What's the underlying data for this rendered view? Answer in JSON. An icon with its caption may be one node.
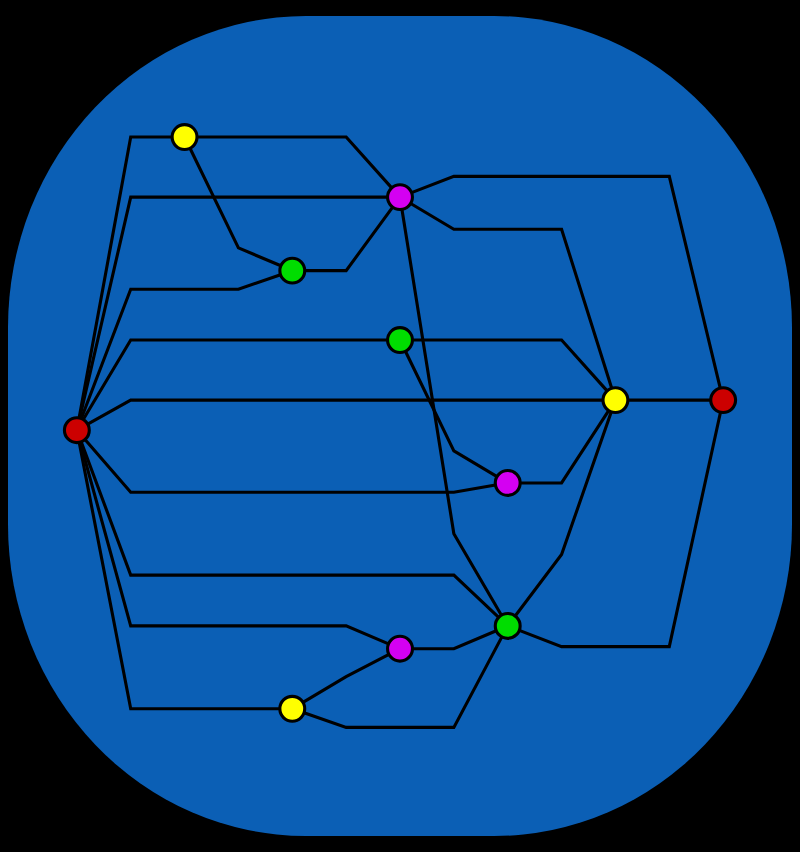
{
  "diagram": {
    "nodes": [
      {
        "text": [],
        "shape": "circle"
      },
      {
        "text": [],
        "shape": "circle"
      },
      {
        "text": [],
        "shape": "circle"
      },
      {
        "text": [],
        "shape": "circle"
      },
      {
        "text": [],
        "shape": "circle"
      },
      {
        "text": [],
        "shape": "circle"
      },
      {
        "text": [],
        "shape": "circle"
      },
      {
        "text": [],
        "shape": "circle"
      },
      {
        "text": [],
        "shape": "circle"
      },
      {
        "text": [],
        "shape": "circle"
      },
      {
        "text": [],
        "shape": "circle"
      }
    ],
    "edges": [
      {
        "from": 1,
        "to": 0,
        "arrow": "none"
      },
      {
        "from": 4,
        "to": 0,
        "arrow": "none"
      },
      {
        "from": 2,
        "to": 0,
        "arrow": "none"
      },
      {
        "from": 0,
        "to": 5,
        "arrow": "none"
      },
      {
        "from": 0,
        "to": 10,
        "arrow": "none"
      },
      {
        "from": 0,
        "to": 6,
        "arrow": "none"
      },
      {
        "from": 4,
        "to": 1,
        "arrow": "none"
      },
      {
        "from": 1,
        "to": 2,
        "arrow": "none"
      },
      {
        "from": 4,
        "to": 2,
        "arrow": "none"
      },
      {
        "from": 4,
        "to": 3,
        "arrow": "none"
      },
      {
        "from": 3,
        "to": 7,
        "arrow": "none"
      },
      {
        "from": 3,
        "to": 5,
        "arrow": "none"
      },
      {
        "from": 4,
        "to": 5,
        "arrow": "none"
      },
      {
        "from": 4,
        "to": 7,
        "arrow": "none"
      },
      {
        "from": 7,
        "to": 5,
        "arrow": "none"
      },
      {
        "from": 5,
        "to": 6,
        "arrow": "none"
      },
      {
        "from": 4,
        "to": 8,
        "arrow": "none"
      },
      {
        "from": 4,
        "to": 9,
        "arrow": "none"
      },
      {
        "from": 4,
        "to": 10,
        "arrow": "none"
      },
      {
        "from": 9,
        "to": 8,
        "arrow": "none"
      },
      {
        "from": 8,
        "to": 10,
        "arrow": "none"
      },
      {
        "from": 9,
        "to": 10,
        "arrow": "none"
      },
      {
        "from": 10,
        "to": 5,
        "arrow": "none"
      },
      {
        "from": 10,
        "to": 6,
        "arrow": "none"
      }
    ]
  }
}
